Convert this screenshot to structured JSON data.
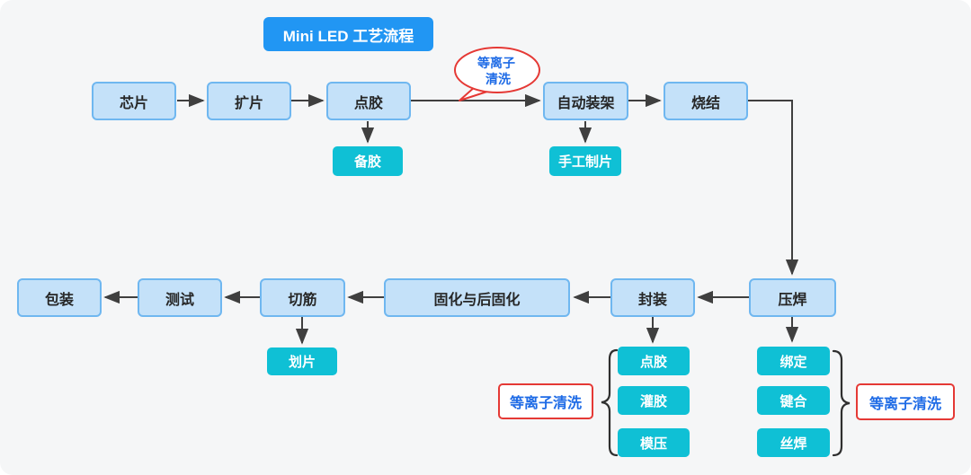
{
  "title": "Mini LED 工艺流程",
  "colors": {
    "background": "#F5F6F7",
    "title_bg": "#2196F3",
    "node_fill": "#C4E1F9",
    "node_border": "#6FB7F0",
    "node_text": "#262626",
    "cyan_bg": "#0FC0D5",
    "red_accent": "#E53935",
    "blue_text": "#1E6BE6",
    "arrow": "#3F3F3F",
    "brace": "#2F2F2F"
  },
  "main_flow": {
    "chip": "芯片",
    "expand_film": "扩片",
    "dispensing": "点胶",
    "auto_mount": "自动装架",
    "sintering": "烧结",
    "press_weld": "压焊",
    "encapsulation": "封装",
    "curing": "固化与后固化",
    "trim": "切筋",
    "testing": "测试",
    "packaging": "包装"
  },
  "sub_steps": {
    "prepare_glue": "备胶",
    "manual_slide": "手工制片",
    "scribing": "划片"
  },
  "plasma_balloon": {
    "line1": "等离子",
    "line2": "清洗"
  },
  "encapsulation_steps": [
    "点胶",
    "灌胶",
    "模压"
  ],
  "press_weld_steps": [
    "绑定",
    "键合",
    "丝焊"
  ],
  "plasma_label_left": "等离子清洗",
  "plasma_label_right": "等离子清洗"
}
